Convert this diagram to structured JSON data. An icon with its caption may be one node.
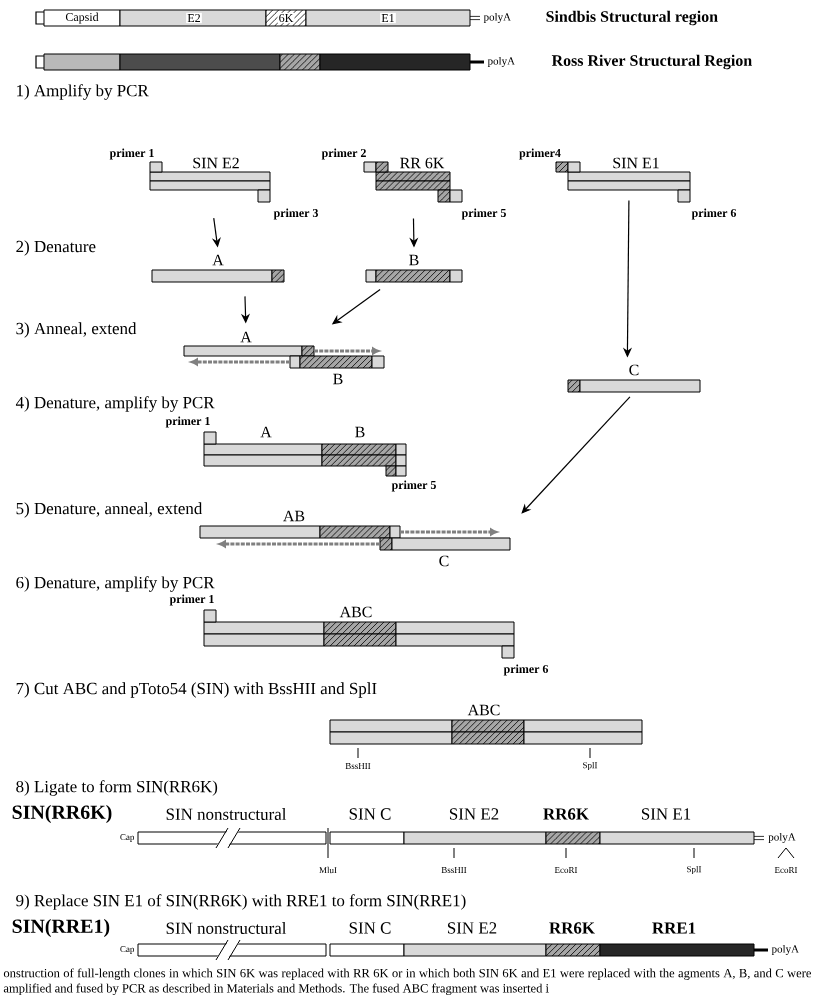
{
  "diagram": {
    "caption": "onstruction of full-length clones in which SIN 6K was replaced with RR 6K or in which both SIN 6K and E1 were replaced with the agments A, B, and C were amplified and fused by PCR as described in Materials and Methods. The fused ABC fragment was inserted i",
    "nodes": [
      {
        "text": [
          "Capsid",
          "E2",
          "6K",
          "E1"
        ],
        "beside": [
          "polyA",
          "Sindbis Structural region"
        ]
      },
      {
        "text": [],
        "shape": "bar",
        "beside": [
          "polyA",
          "Ross River Structural Region"
        ]
      },
      {
        "text": [
          "SIN E2"
        ],
        "beside": [
          "primer 1",
          "primer 3"
        ]
      },
      {
        "text": [
          "RR 6K"
        ],
        "beside": [
          "primer 2",
          "primer 5"
        ]
      },
      {
        "text": [
          "SIN E1"
        ],
        "beside": [
          "primer4",
          "primer 6"
        ]
      },
      {
        "text": [
          "A"
        ]
      },
      {
        "text": [
          "B"
        ]
      },
      {
        "text": [
          "A",
          "B"
        ]
      },
      {
        "text": [
          "C"
        ]
      },
      {
        "text": [
          "A",
          "B"
        ],
        "beside": [
          "primer 1",
          "primer 5"
        ]
      },
      {
        "text": [
          "AB",
          "C"
        ]
      },
      {
        "text": [
          "ABC"
        ],
        "beside": [
          "primer 1",
          "primer 6"
        ]
      },
      {
        "text": [
          "ABC"
        ],
        "beside": [
          "BssHII",
          "SplI"
        ]
      },
      {
        "text": [
          "SIN nonstructural",
          "SIN C",
          "SIN E2",
          "RR6K",
          "SIN E1",
          "polyA"
        ],
        "beside": [
          "SIN(RR6K)",
          "Cap",
          "MluI",
          "BssHII",
          "EcoRI",
          "SplI",
          "EcoRI"
        ]
      },
      {
        "text": [
          "SIN nonstructural",
          "SIN C",
          "SIN E2",
          "RR6K",
          "RRE1"
        ],
        "beside": [
          "SIN(RRE1)",
          "Cap",
          "polyA"
        ]
      }
    ],
    "edges": [
      {
        "from": 2,
        "to": 5,
        "arrow": "to"
      },
      {
        "from": 3,
        "to": 6,
        "arrow": "to"
      },
      {
        "from": 5,
        "to": 7,
        "arrow": "to"
      },
      {
        "from": 6,
        "to": 7,
        "arrow": "to"
      },
      {
        "from": 4,
        "to": 8,
        "arrow": "to"
      },
      {
        "from": 8,
        "to": 10,
        "arrow": "to"
      }
    ],
    "labels": [
      "1) Amplify by PCR",
      "2) Denature",
      "3) Anneal, extend",
      "4) Denature, amplify by PCR",
      "5) Denature, anneal, extend",
      "6) Denature, amplify by PCR",
      "7) Cut ABC and pToto54 (SIN)  with BssHII and SplI",
      "8) Ligate to form SIN(RR6K)",
      "9) Replace SIN E1 of SIN(RR6K) with RRE1 to form SIN(RRE1)"
    ]
  }
}
